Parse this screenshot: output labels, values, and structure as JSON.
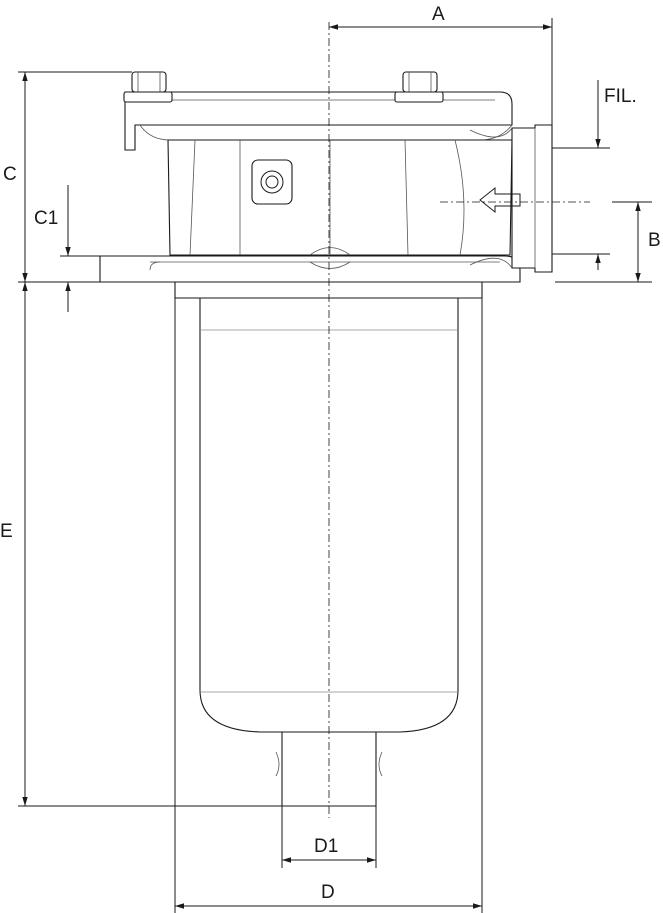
{
  "drawing": {
    "subject": "tank-top return filter with bowl",
    "labels": {
      "A": "A",
      "B": "B",
      "C": "C",
      "C1": "C1",
      "D": "D",
      "D1": "D1",
      "E": "E",
      "FIL": "FIL."
    },
    "colors": {
      "line": "#1a1a1a",
      "background": "#ffffff"
    }
  }
}
